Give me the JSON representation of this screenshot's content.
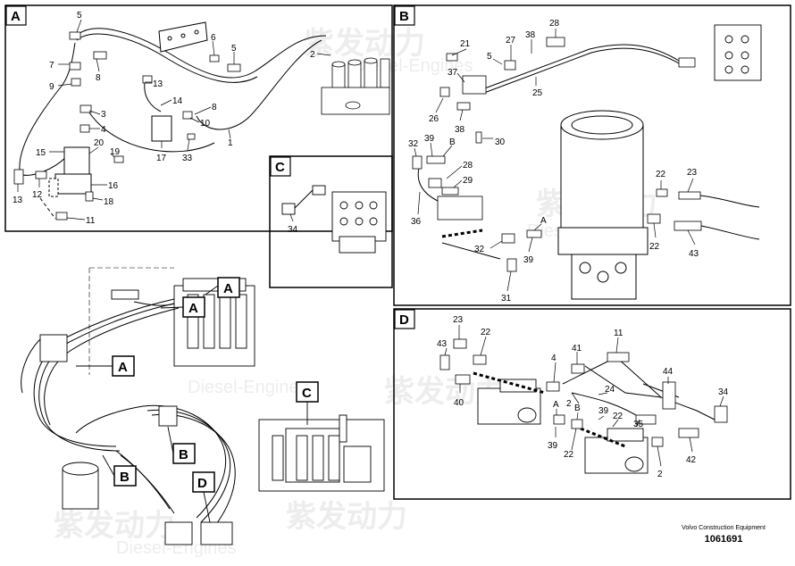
{
  "panels": {
    "A": {
      "letter": "A",
      "labels": [
        "5",
        "6",
        "5",
        "7",
        "8",
        "9",
        "13",
        "14",
        "3",
        "4",
        "8",
        "10",
        "1",
        "2",
        "15",
        "20",
        "19",
        "17",
        "33",
        "12",
        "16",
        "13",
        "18",
        "11"
      ]
    },
    "B": {
      "letter": "B",
      "labels": [
        "28",
        "21",
        "27",
        "38",
        "37",
        "5",
        "25",
        "26",
        "38",
        "30",
        "32",
        "39",
        "B",
        "28",
        "29",
        "36",
        "A",
        "32",
        "39",
        "31",
        "22",
        "23",
        "22",
        "43"
      ]
    },
    "C": {
      "letter": "C",
      "labels": [
        "34"
      ]
    },
    "D": {
      "letter": "D",
      "labels": [
        "23",
        "22",
        "43",
        "41",
        "11",
        "4",
        "44",
        "40",
        "24",
        "34",
        "2",
        "A",
        "39",
        "B",
        "22",
        "35",
        "39",
        "22",
        "42",
        "2"
      ]
    }
  },
  "overview": {
    "callouts": [
      "A",
      "A",
      "A",
      "C",
      "B",
      "B",
      "D"
    ]
  },
  "watermark": {
    "brand": "紫发动力",
    "sub": "Diesel-Engines"
  },
  "footer": {
    "company": "Volvo Construction Equipment",
    "document_number": "1061691"
  }
}
